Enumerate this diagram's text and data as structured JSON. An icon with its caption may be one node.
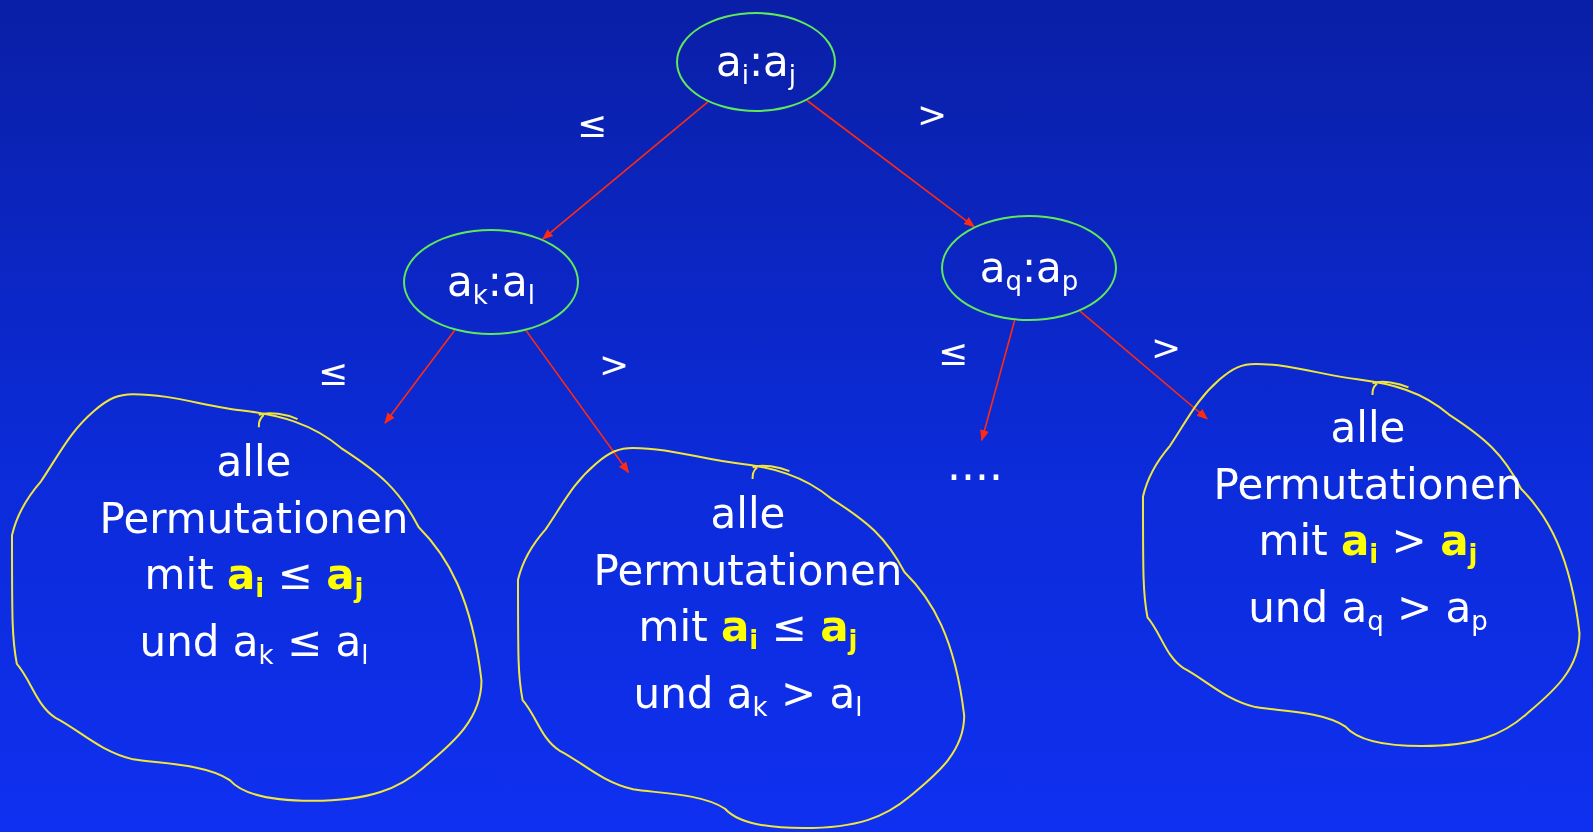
{
  "diagram": {
    "nodes": [
      {
        "text": [
          "a$_{i}$:a$_{j}$"
        ]
      },
      {
        "text": [
          "a$_{k}$:a$_{l}$"
        ]
      },
      {
        "text": [
          "a$_{q}$:a$_{p}$"
        ]
      },
      {
        "text": [
          "alle Permutationen mit **a$_{i}$** ≤ **a$_{j}$**",
          "und a$_{k}$ ≤ a$_{l}$"
        ]
      },
      {
        "text": [
          "alle Permutationen mit **a$_{i}$** ≤ **a$_{j}$**",
          "und a$_{k}$ > a$_{l}$"
        ]
      },
      {
        "text": [
          "...."
        ]
      },
      {
        "text": [
          "alle Permutationen mit **a$_{i}$** > **a$_{j}$**",
          "und a$_{q}$ > a$_{p}$"
        ]
      }
    ],
    "edges": [
      {
        "from": 0,
        "to": 1,
        "arrow": "to",
        "label": "≤"
      },
      {
        "from": 0,
        "to": 2,
        "arrow": "to",
        "label": ">"
      },
      {
        "from": 1,
        "to": 3,
        "arrow": "to",
        "label": "≤"
      },
      {
        "from": 1,
        "to": 4,
        "arrow": "to",
        "label": ">"
      },
      {
        "from": 2,
        "to": 5,
        "arrow": "to",
        "label": "≤"
      },
      {
        "from": 2,
        "to": 6,
        "arrow": "to",
        "label": ">"
      }
    ]
  }
}
